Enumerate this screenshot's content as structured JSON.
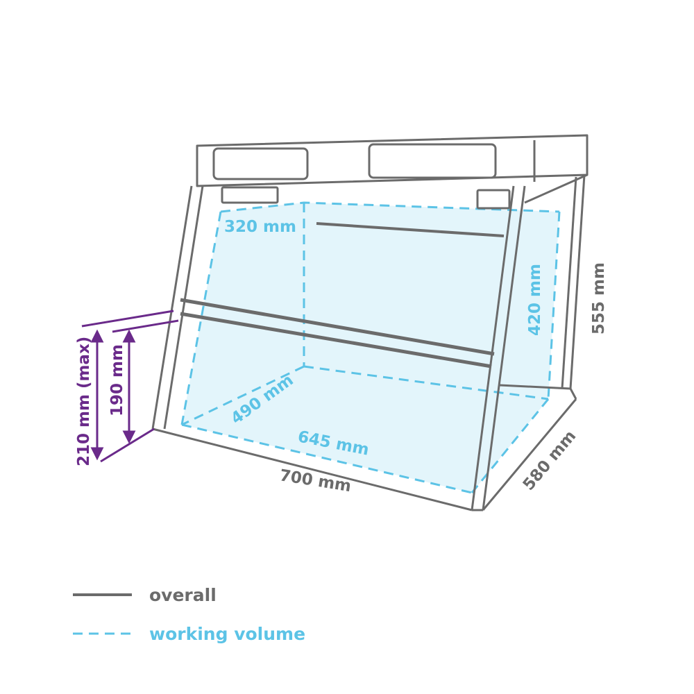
{
  "colors": {
    "overall": "#6b6b6b",
    "working_volume": "#5cc3e6",
    "working_fill": "#e3f5fb",
    "opening": "#6a2a8a",
    "background": "#ffffff"
  },
  "dimensions": {
    "working_depth_top": "320 mm",
    "working_height": "420 mm",
    "overall_height": "555 mm",
    "working_depth_bottom": "490 mm",
    "working_width": "645 mm",
    "overall_width": "700 mm",
    "overall_depth": "580 mm",
    "opening_max": "210 mm (max)",
    "opening": "190 mm"
  },
  "legend": {
    "overall_label": "overall",
    "working_label": "working volume"
  }
}
